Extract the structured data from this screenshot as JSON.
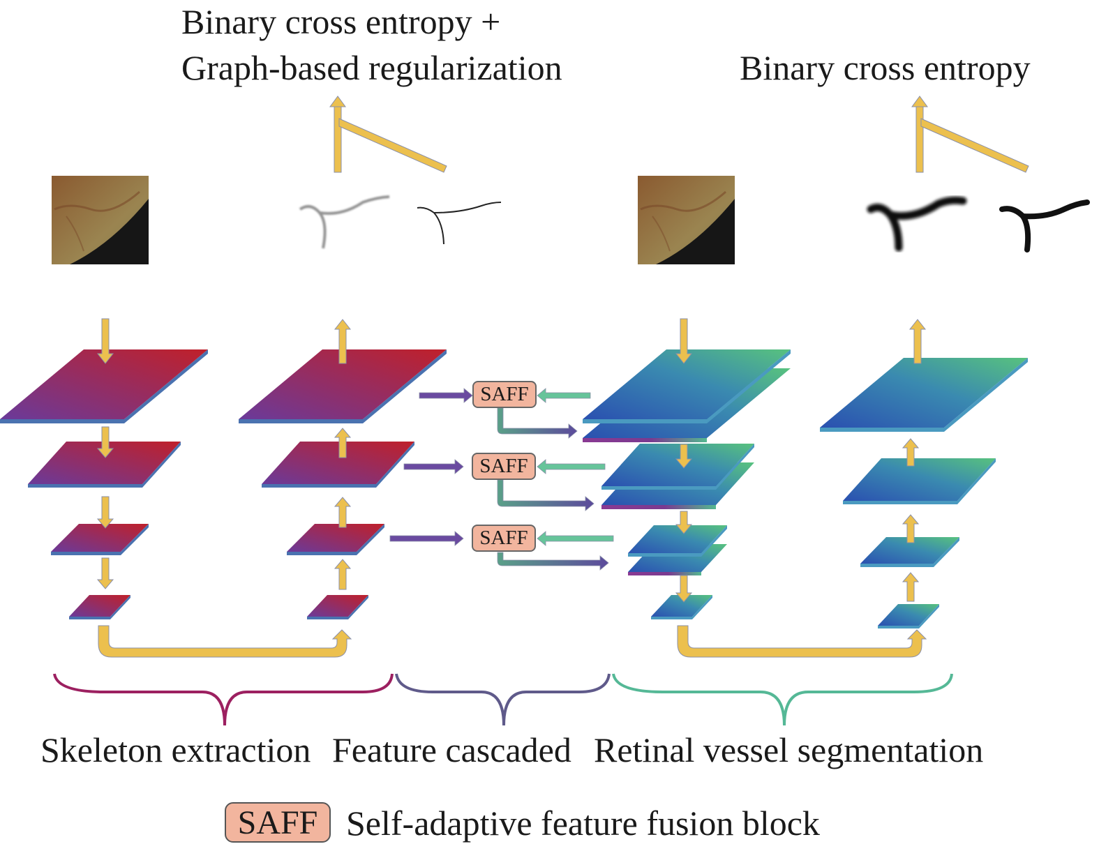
{
  "labels": {
    "loss_left_line1": "Binary cross entropy +",
    "loss_left_line2": "Graph-based regularization",
    "loss_right": "Binary cross entropy",
    "stage_skeleton": "Skeleton extraction",
    "stage_cascade": "Feature cascaded",
    "stage_vessel": "Retinal vessel segmentation",
    "saff_block": "SAFF",
    "legend_saff": "SAFF",
    "legend_desc": "Self-adaptive feature fusion block"
  },
  "colors": {
    "arrow_yellow": "#ecc04e",
    "arrow_outline": "#8a8fa8",
    "skeleton_red": "#b5202e",
    "skeleton_purple": "#7c3590",
    "vessel_blue": "#2f5fb0",
    "vessel_green": "#55c083",
    "saff_fill": "#f2b59e",
    "brace_skeleton": "#9c2060",
    "brace_cascade": "#5f5a8a",
    "brace_vessel": "#55b896",
    "fundus_bg": "#8a6e3a",
    "fundus_dark": "#151515"
  }
}
